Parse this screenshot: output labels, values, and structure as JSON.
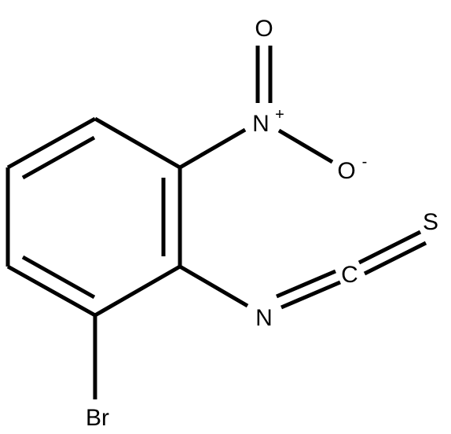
{
  "molecule": {
    "atoms": {
      "oxygen_top": "O",
      "nitro_nitrogen": "N",
      "nitro_nitrogen_charge": "+",
      "oxygen_anion": "O",
      "oxygen_anion_charge": "-",
      "isothiocyanate_nitrogen": "N",
      "isothiocyanate_carbon": "C",
      "sulfur": "S",
      "bromine": "Br"
    }
  },
  "colors": {
    "bond": "#000000",
    "background": "#ffffff"
  }
}
